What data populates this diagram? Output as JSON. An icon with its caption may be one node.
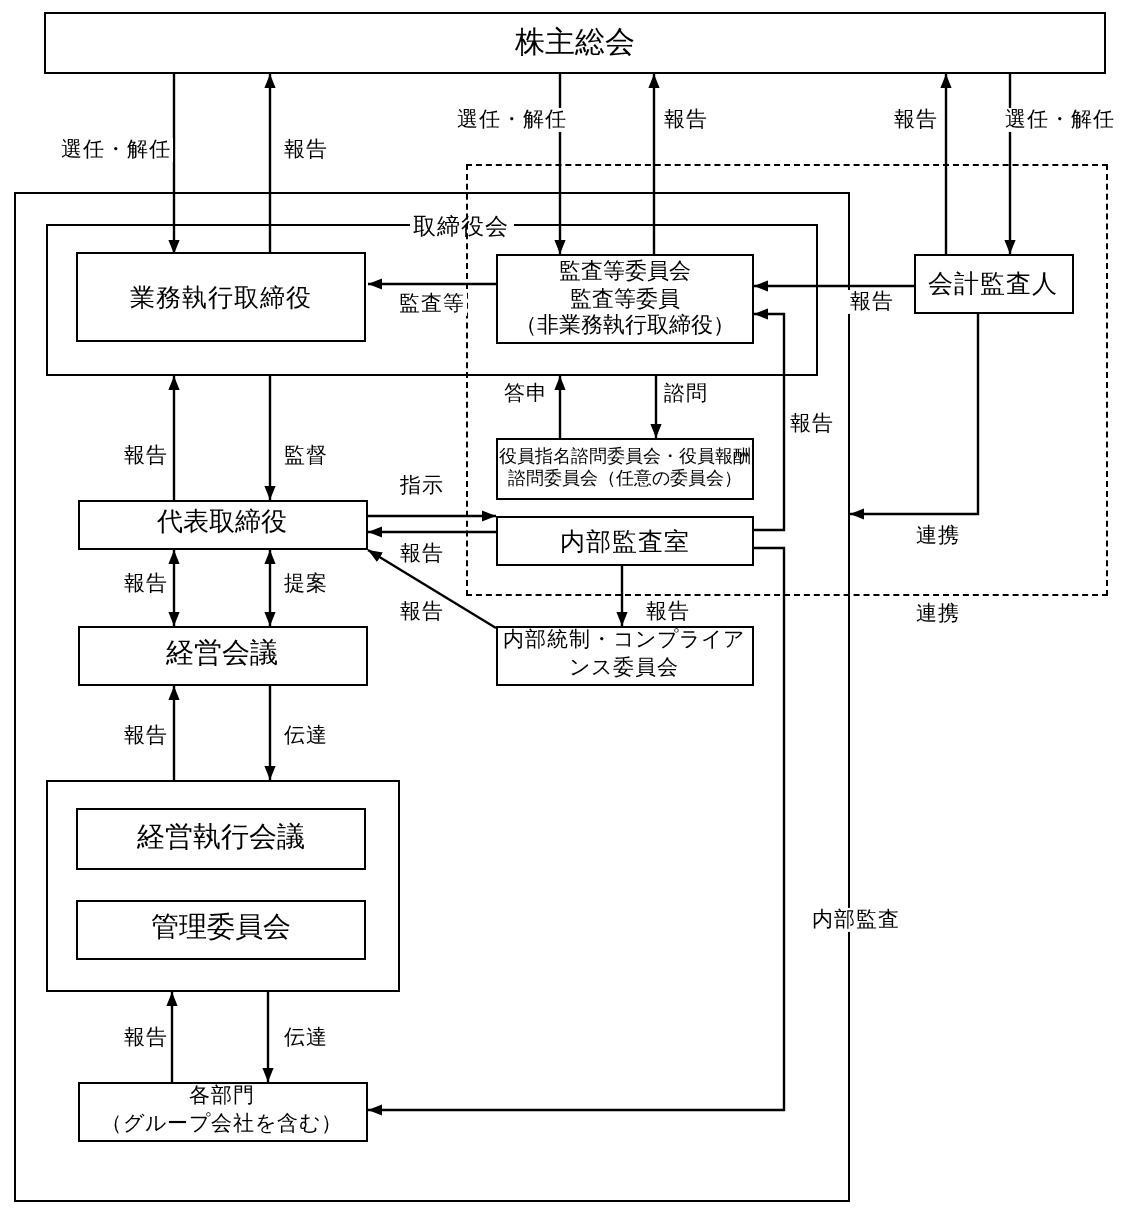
{
  "diagram": {
    "nodes": [
      {
        "text": [
          "株主総会"
        ]
      },
      {
        "text": [],
        "shape": "box"
      },
      {
        "text": [
          "取締役会"
        ],
        "in": 1
      },
      {
        "text": [
          "業務執行取締役"
        ],
        "in": 2
      },
      {
        "text": [
          "監査等委員会",
          "監査等委員",
          "（非業務執行取締役）"
        ]
      },
      {
        "text": [],
        "shape": "box"
      },
      {
        "text": [
          "会計監査人"
        ],
        "in": 5
      },
      {
        "text": [
          "役員指名諮問委員会・役員報酬諮問委員会（任意の委員会）"
        ]
      },
      {
        "text": [
          "代表取締役"
        ],
        "in": 1
      },
      {
        "text": [
          "内部監査室"
        ]
      },
      {
        "text": [
          "経営会議"
        ],
        "in": 1
      },
      {
        "text": [
          "内部統制・コンプライアンス委員会"
        ],
        "in": 1
      },
      {
        "text": [],
        "shape": "box",
        "in": 1
      },
      {
        "text": [
          "経営執行会議"
        ],
        "in": 12
      },
      {
        "text": [
          "管理委員会"
        ],
        "in": 12
      },
      {
        "text": [
          "各部門",
          "（グループ会社を含む）"
        ],
        "in": 1
      }
    ],
    "edges": [
      {
        "from": 0,
        "to": 3,
        "arrow": "to",
        "label": "選任・解任"
      },
      {
        "from": 3,
        "to": 0,
        "arrow": "to",
        "label": "報告"
      },
      {
        "from": 0,
        "to": 4,
        "arrow": "to",
        "label": "選任・解任"
      },
      {
        "from": 4,
        "to": 0,
        "arrow": "to",
        "label": "報告"
      },
      {
        "from": 6,
        "to": 0,
        "arrow": "to",
        "label": "報告"
      },
      {
        "from": 0,
        "to": 6,
        "arrow": "to",
        "label": "選任・解任"
      },
      {
        "from": 4,
        "to": 3,
        "arrow": "to",
        "label": "監査等"
      },
      {
        "from": 6,
        "to": 4,
        "arrow": "to",
        "label": "報告"
      },
      {
        "from": 7,
        "to": 2,
        "arrow": "to",
        "label": "答申"
      },
      {
        "from": 2,
        "to": 7,
        "arrow": "to",
        "label": "諮問"
      },
      {
        "from": 2,
        "to": 8,
        "arrow": "to",
        "label": "監督"
      },
      {
        "from": 8,
        "to": 2,
        "arrow": "to",
        "label": "報告"
      },
      {
        "from": 8,
        "to": 9,
        "arrow": "to",
        "label": "指示"
      },
      {
        "from": 9,
        "to": 8,
        "arrow": "to",
        "label": "報告"
      },
      {
        "from": 9,
        "to": 4,
        "arrow": "to",
        "label": "報告"
      },
      {
        "from": 9,
        "to": 11,
        "arrow": "to",
        "label": "報告"
      },
      {
        "from": 11,
        "to": 8,
        "arrow": "to",
        "label": "報告"
      },
      {
        "from": 8,
        "to": 10,
        "arrow": "both",
        "label": "報告"
      },
      {
        "from": 8,
        "to": 10,
        "arrow": "both",
        "label": "提案"
      },
      {
        "from": 12,
        "to": 10,
        "arrow": "to",
        "label": "報告"
      },
      {
        "from": 10,
        "to": 12,
        "arrow": "to",
        "label": "伝達"
      },
      {
        "from": 15,
        "to": 12,
        "arrow": "to",
        "label": "報告"
      },
      {
        "from": 12,
        "to": 15,
        "arrow": "to",
        "label": "伝達"
      },
      {
        "from": 9,
        "to": 15,
        "arrow": "to",
        "label": "内部監査"
      },
      {
        "from": 6,
        "to": 1,
        "arrow": "to",
        "label": "連携"
      }
    ],
    "labels": [
      "連携"
    ]
  }
}
